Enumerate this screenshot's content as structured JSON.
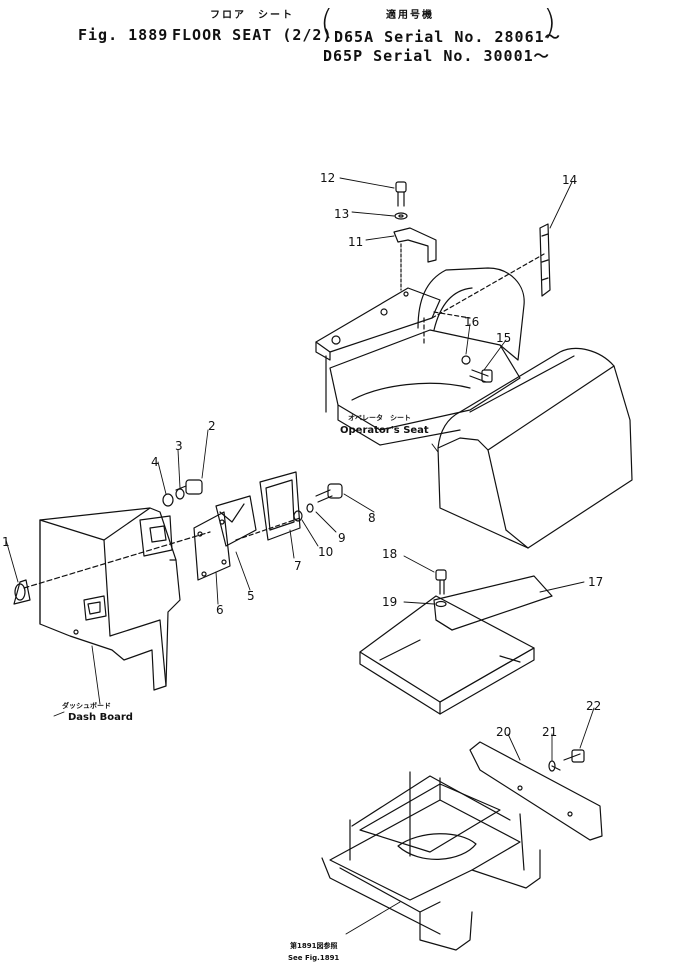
{
  "header": {
    "title_jp": "フロア　シート",
    "applicable_jp": "適用号機",
    "fig_label": "Fig. 1889",
    "title": "FLOOR SEAT (2/2)",
    "serial_1": "D65A Serial No. 28061～",
    "serial_2": "D65P Serial No. 30001～"
  },
  "labels": {
    "operator_seat_jp": "オペレータ　シート",
    "operator_seat": "Operator's Seat",
    "dash_board_jp": "ダッシュボード",
    "dash_board": "Dash Board",
    "see_fig_jp": "第1891図参照",
    "see_fig": "See Fig.1891"
  },
  "parts": [
    {
      "no": "1"
    },
    {
      "no": "2"
    },
    {
      "no": "3"
    },
    {
      "no": "4"
    },
    {
      "no": "5"
    },
    {
      "no": "6"
    },
    {
      "no": "7"
    },
    {
      "no": "8"
    },
    {
      "no": "9"
    },
    {
      "no": "10"
    },
    {
      "no": "11"
    },
    {
      "no": "12"
    },
    {
      "no": "13"
    },
    {
      "no": "14"
    },
    {
      "no": "15"
    },
    {
      "no": "16"
    },
    {
      "no": "17"
    },
    {
      "no": "18"
    },
    {
      "no": "19"
    },
    {
      "no": "20"
    },
    {
      "no": "21"
    },
    {
      "no": "22"
    }
  ]
}
